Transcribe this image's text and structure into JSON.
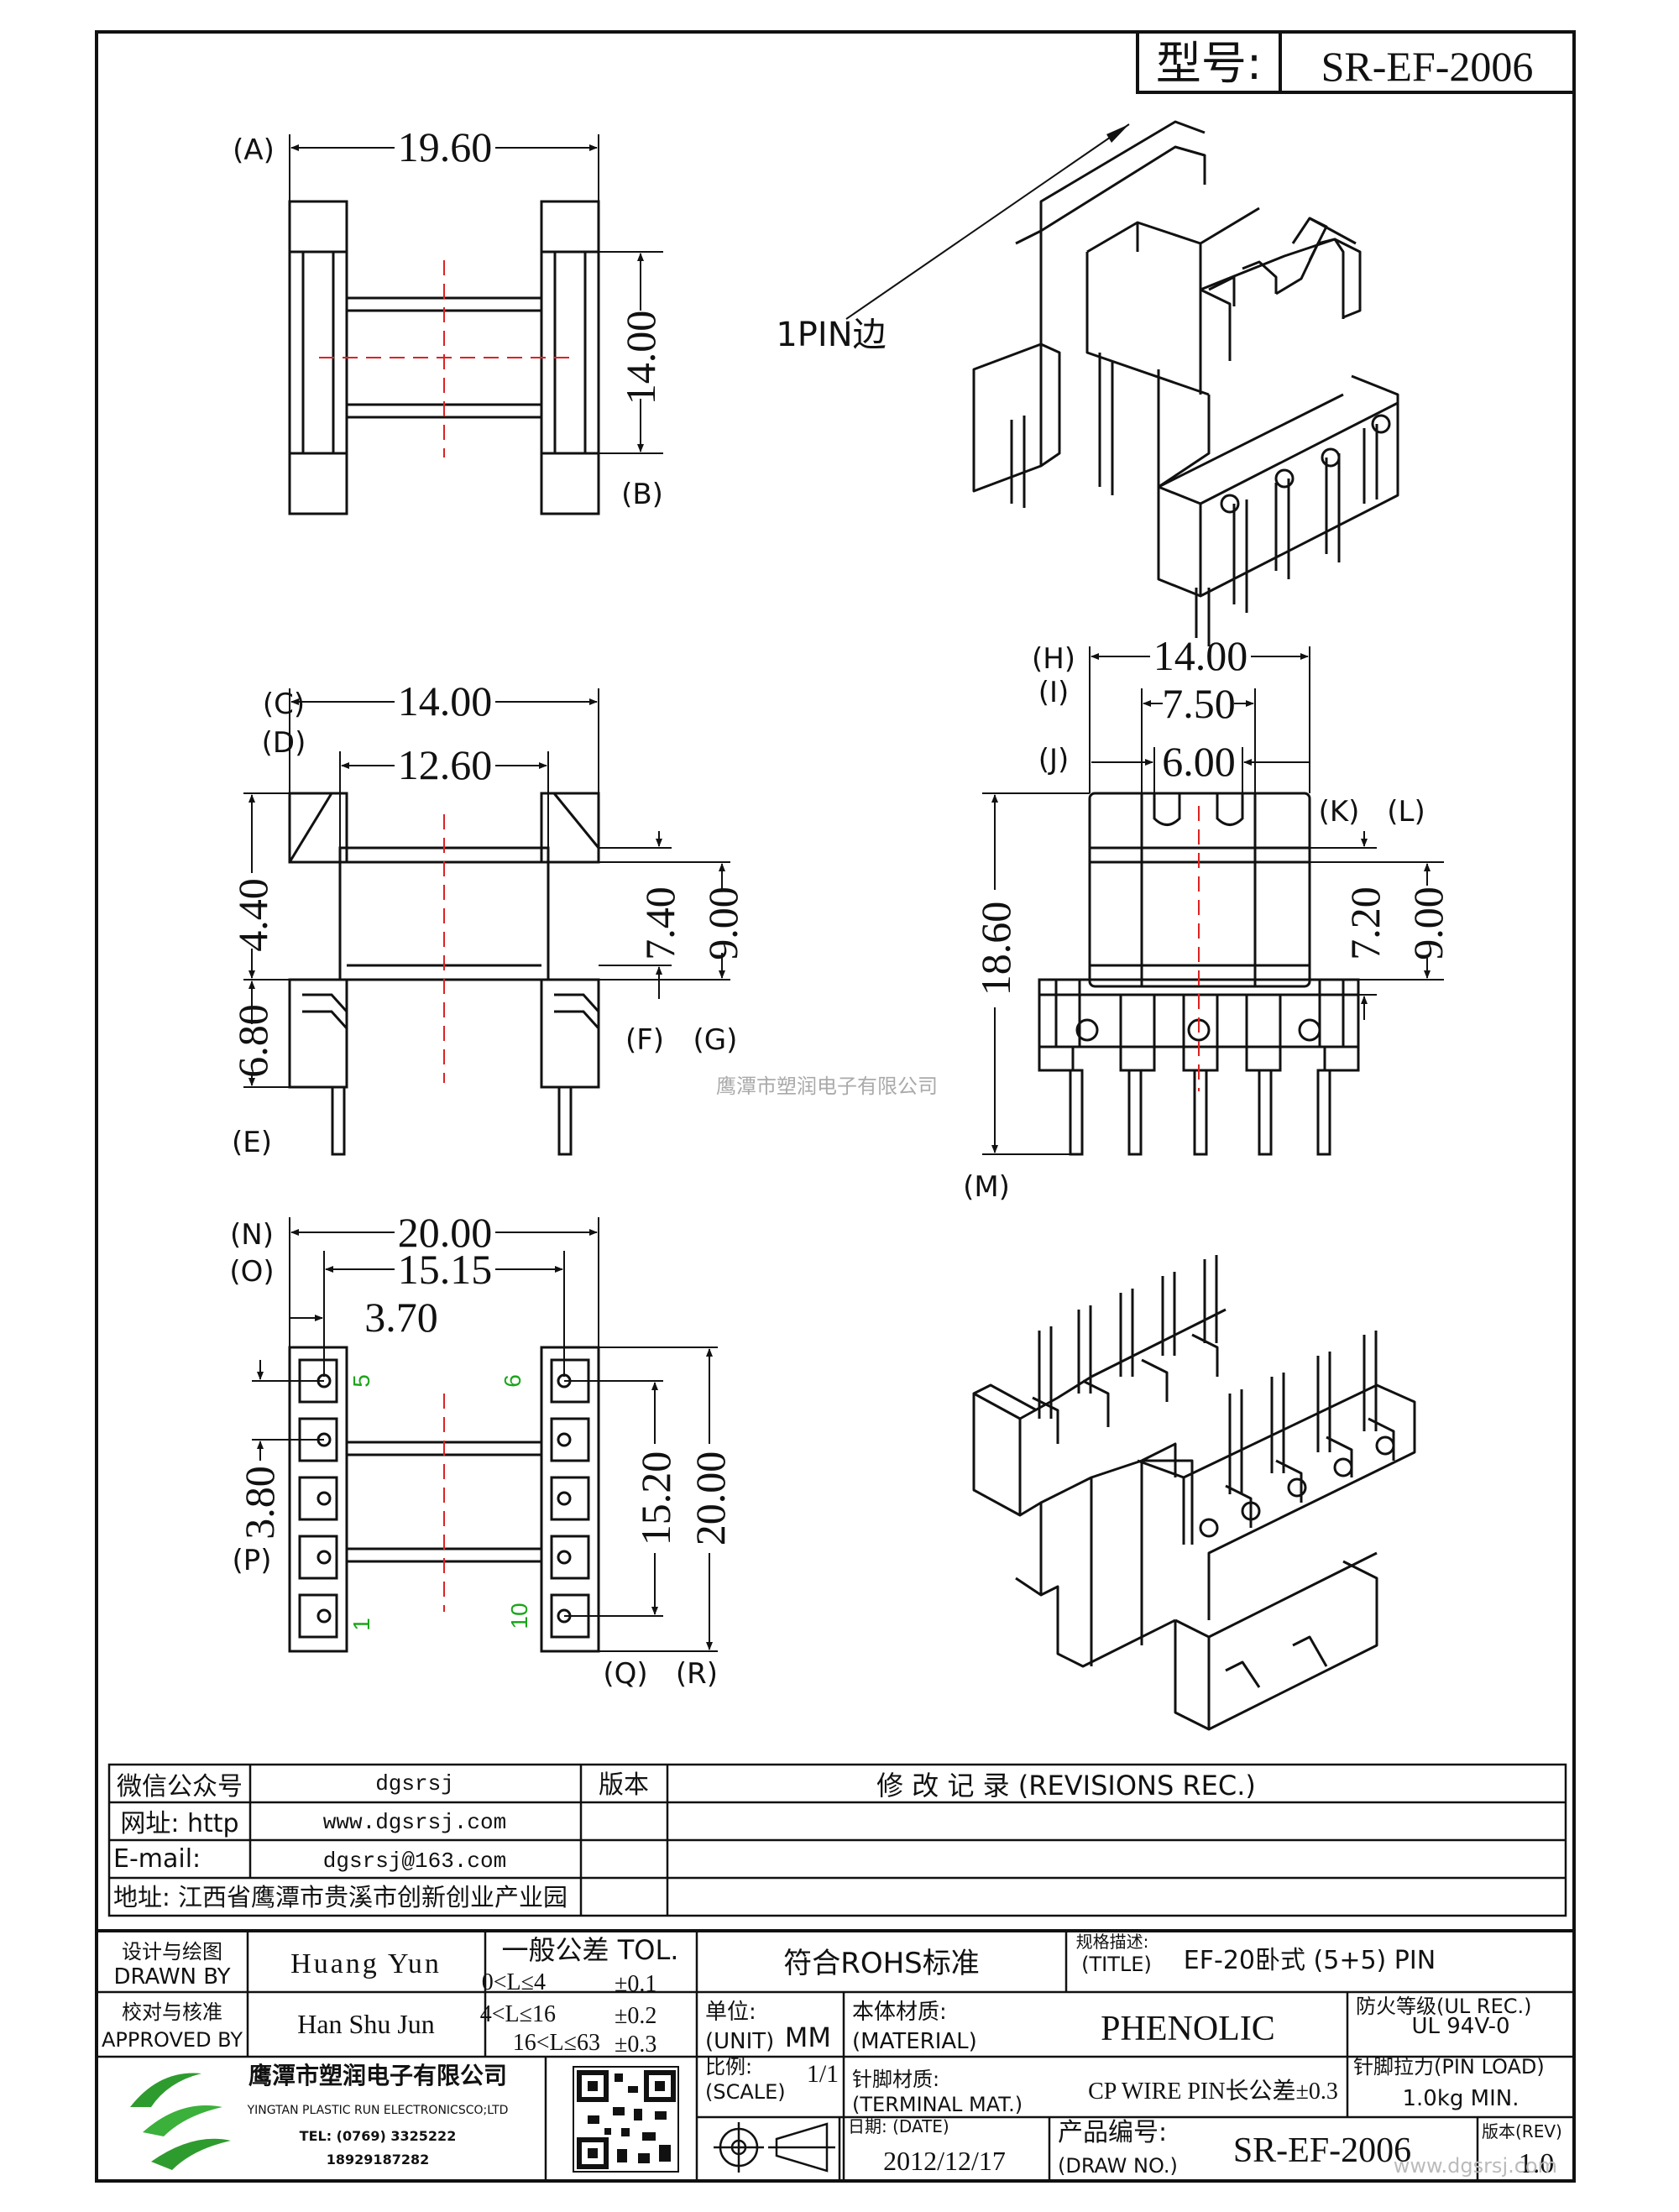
{
  "header": {
    "model_label": "型号:",
    "model_number": "SR-EF-2006"
  },
  "views": {
    "top": {
      "dim_a": "19.60",
      "dim_b": "14.00",
      "ref_a": "(A)",
      "ref_b": "(B)"
    },
    "iso_upper": {
      "pin1_label": "1PIN边"
    },
    "front": {
      "dim_c": "14.00",
      "dim_d": "12.60",
      "dim_e1": "4.40",
      "dim_e2": "6.80",
      "dim_f": "7.40",
      "dim_g": "9.00",
      "ref_c": "(C)",
      "ref_d": "(D)",
      "ref_e": "(E)",
      "ref_f": "(F)",
      "ref_g": "(G)"
    },
    "side": {
      "dim_h": "14.00",
      "dim_i": "7.50",
      "dim_j": "6.00",
      "dim_m": "18.60",
      "dim_k": "7.20",
      "dim_l": "9.00",
      "ref_h": "(H)",
      "ref_i": "(I)",
      "ref_j": "(J)",
      "ref_k": "(K)",
      "ref_l": "(L)",
      "ref_m": "(M)",
      "watermark": "鹰潭市塑润电子有限公司"
    },
    "bottom": {
      "dim_n": "20.00",
      "dim_o": "15.15",
      "dim_pitch": "3.70",
      "dim_p": "3.80",
      "dim_q": "15.20",
      "dim_r": "20.00",
      "ref_n": "(N)",
      "ref_o": "(O)",
      "ref_p": "(P)",
      "ref_q": "(Q)",
      "ref_r": "(R)",
      "pin5": "5",
      "pin1": "1",
      "pin6": "6",
      "pin10": "10"
    }
  },
  "contact": {
    "wechat_label": "微信公众号",
    "wechat_value": "dgsrsj",
    "website_label": "网址: http",
    "website_value": "www.dgsrsj.com",
    "email_label": "E-mail:",
    "email_value": "dgsrsj@163.com",
    "address": "地址: 江西省鹰潭市贵溪市创新创业产业园"
  },
  "revisions": {
    "version_header": "版本",
    "title": "修 改 记 录 (REVISIONS REC.)"
  },
  "block": {
    "drawn_by_cn": "设计与绘图",
    "drawn_by_label": "DRAWN BY",
    "drawn_by_value": "Huang Yun",
    "approved_by_cn": "校对与核准",
    "approved_by_label": "APPROVED BY",
    "approved_by_value": "Han Shu Jun",
    "tolerance": {
      "header": "一般公差 TOL.",
      "rows": [
        {
          "range": "0<L≤4",
          "value": "±0.1"
        },
        {
          "range": "4<L≤16",
          "value": "±0.2"
        },
        {
          "range": "16<L≤63",
          "value": "±0.3"
        }
      ]
    },
    "rohs": "符合ROHS标准",
    "title_label_cn": "规格描述:",
    "title_label": "(TITLE)",
    "title_value": "EF-20卧式 (5+5) PIN",
    "unit_label_cn": "单位:",
    "unit_label": "(UNIT)",
    "unit_value": "MM",
    "material_label_cn": "本体材质:",
    "material_label": "(MATERIAL)",
    "material_value": "PHENOLIC",
    "fire_rating_label": "防火等级(UL REC.)",
    "fire_rating_value": "UL 94V-0",
    "scale_label_cn": "比例:",
    "scale_label": "(SCALE)",
    "scale_value": "1/1",
    "terminal_label_cn": "针脚材质:",
    "terminal_label": "(TERMINAL MAT.)",
    "terminal_value": "CP WIRE  PIN长公差±0.3",
    "pin_load_label": "针脚拉力(PIN LOAD)",
    "pin_load_value": "1.0kg MIN.",
    "date_label": "日期: (DATE)",
    "date_value": "2012/12/17",
    "drawing_no_label_cn": "产品编号:",
    "drawing_no_label": "(DRAW NO.)",
    "drawing_no_value": "SR-EF-2006",
    "rev_label": "版本(REV)",
    "rev_value": "1.0",
    "watermark": "www.dgsrsj.com"
  },
  "company": {
    "name_cn": "鹰潭市塑润电子有限公司",
    "name_en": "YINGTAN PLASTIC RUN ELECTRONICSCO;LTD",
    "tel": "TEL: (0769) 3325222",
    "mobile": "18929187282"
  }
}
